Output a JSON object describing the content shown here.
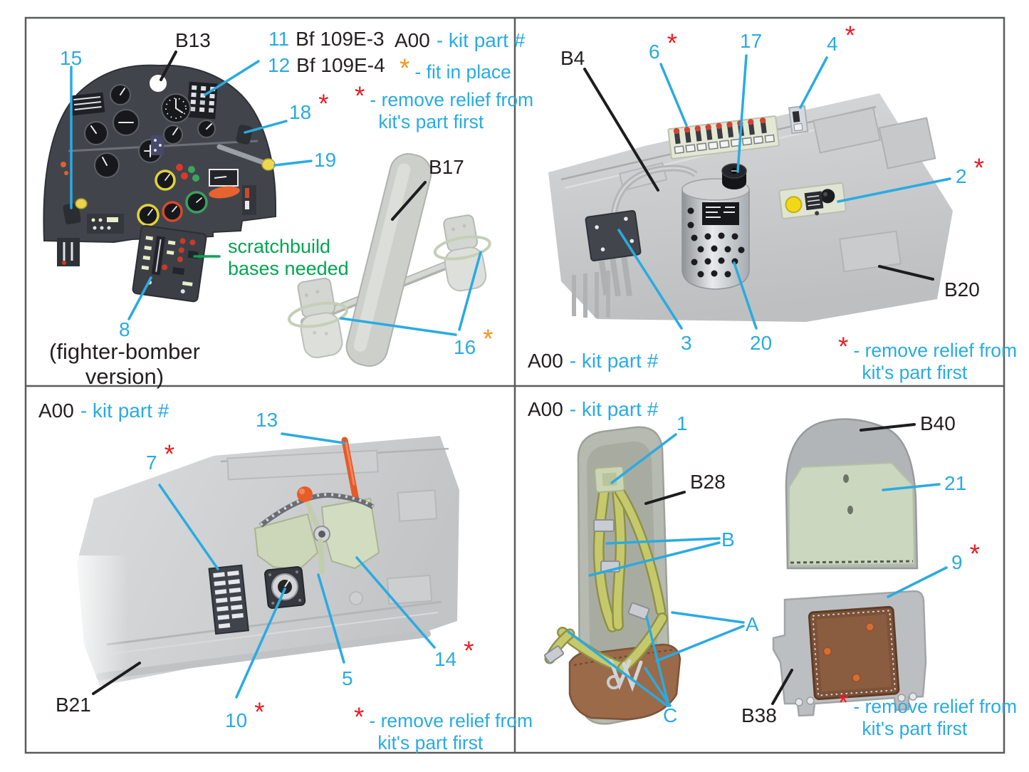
{
  "colors": {
    "accent_cyan": "#29abe2",
    "marker_red": "#ec1c24",
    "marker_orange": "#f7941d",
    "note_green": "#00a651",
    "text_black": "#231f20",
    "frame_gray": "#595b5d"
  },
  "legend": {
    "kit_code": "A00",
    "kit_label": "- kit part #",
    "fit_marker": "*",
    "fit_label": "- fit in place",
    "remove_marker": "*",
    "remove_line1": "- remove relief from",
    "remove_line2": "kit's part first"
  },
  "callouts": {
    "tl": {
      "n15": "15",
      "b13": "B13",
      "n11": "11",
      "name11": "Bf 109E-3",
      "n12": "12",
      "name12": "Bf 109E-4",
      "n18": "18",
      "n19": "19",
      "n8": "8",
      "n16": "16",
      "b17": "B17",
      "scratch1": "scratchbuild",
      "scratch2": "bases needed",
      "variant1": "(fighter-bomber",
      "variant2": "version)"
    },
    "tr": {
      "b4": "B4",
      "n6": "6",
      "n17": "17",
      "n4": "4",
      "n2": "2",
      "n3": "3",
      "n20": "20",
      "b20": "B20"
    },
    "bl": {
      "n13": "13",
      "n7": "7",
      "n10": "10",
      "n5": "5",
      "n14": "14",
      "b21": "B21"
    },
    "br": {
      "n1": "1",
      "b28": "B28",
      "bstrap": "B",
      "b40": "B40",
      "n21": "21",
      "n9": "9",
      "astrap": "A",
      "cstrap": "C",
      "b38": "B38"
    }
  }
}
